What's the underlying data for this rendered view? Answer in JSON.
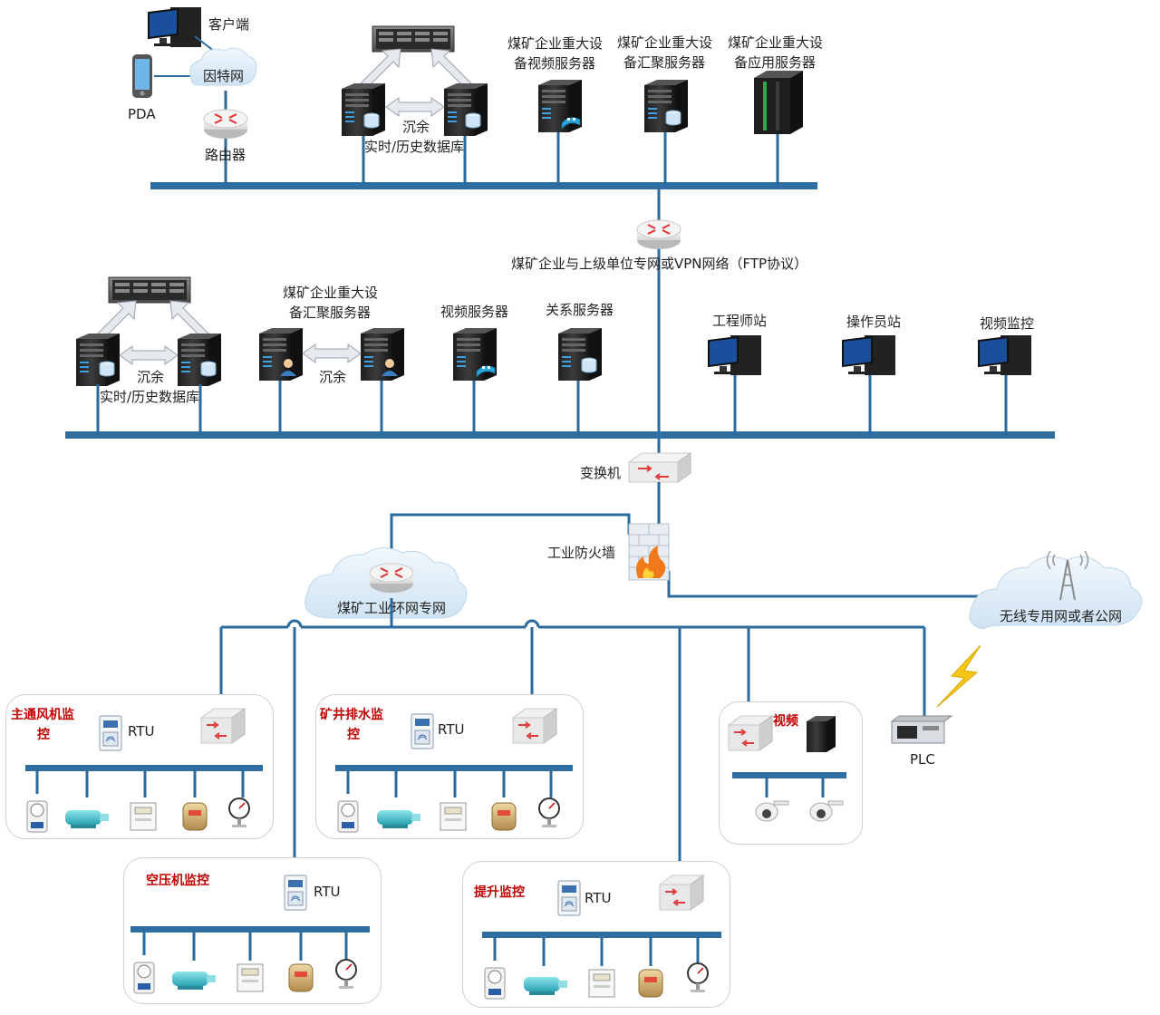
{
  "top": {
    "client_label": "客户端",
    "internet_label": "因特网",
    "pda_label": "PDA",
    "router_label": "路由器",
    "redundant_label": "沉余",
    "db_label": "实时/历史数据库",
    "video_server_label": "煤矿企业重大设备视频服务器",
    "video_server_line1": "煤矿企业重大设",
    "video_server_line2": "备视频服务器",
    "agg_server_line1": "煤矿企业重大设",
    "agg_server_line2": "备汇聚服务器",
    "app_server_line1": "煤矿企业重大设",
    "app_server_line2": "备应用服务器"
  },
  "wan": {
    "label": "煤矿企业与上级单位专网或VPN网络（FTP协议）"
  },
  "mid": {
    "redundant_label": "沉余",
    "db_label": "实时/历史数据库",
    "agg_line1": "煤矿企业重大设",
    "agg_line2": "备汇聚服务器",
    "agg_redundant": "沉余",
    "video_server": "视频服务器",
    "relation_server": "关系服务器",
    "engineer_station": "工程师站",
    "operator_station": "操作员站",
    "video_monitor": "视频监控"
  },
  "core": {
    "switch_label": "变换机",
    "firewall_label": "工业防火墙",
    "ring_label": "煤矿工业环网专网",
    "wireless_label": "无线专用网或者公网",
    "plc_label": "PLC"
  },
  "panels": {
    "fan_title_l1": "主通风机监",
    "fan_title_l2": "控",
    "drain_title_l1": "矿井排水监",
    "drain_title_l2": "控",
    "compressor_title": "空压机监控",
    "hoist_title": "提升监控",
    "video_title": "视频",
    "rtu_label": "RTU"
  },
  "colors": {
    "bus": "#2f6ea3",
    "line": "#2a6a9c",
    "panel_title": "#c00000"
  }
}
